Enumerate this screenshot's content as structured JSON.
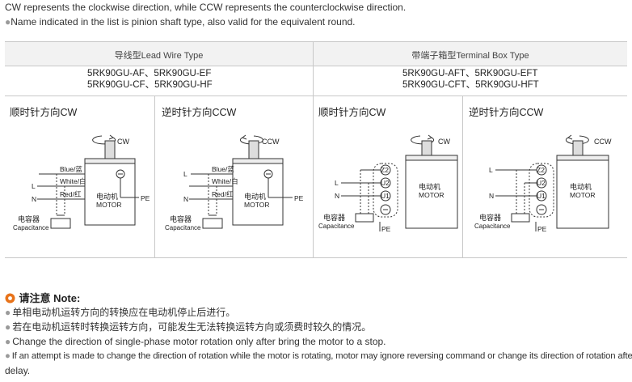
{
  "intro": {
    "line1": "CW represents the clockwise direction, while CCW represents the counterclockwise direction.",
    "line2": "Name indicated in the list is pinion shaft type, also valid for the equivalent round."
  },
  "table": {
    "lead_wire_header": "导线型Lead Wire Type",
    "terminal_box_header": "带端子箱型Terminal Box Type",
    "lead_models": [
      "5RK90GU-AF、5RK90GU-EF",
      "5RK90GU-CF、5RK90GU-HF"
    ],
    "terminal_models": [
      "5RK90GU-AFT、5RK90GU-EFT",
      "5RK90GU-CFT、5RK90GU-HFT"
    ],
    "panels": [
      {
        "title": "顺时针方向CW",
        "rotation": "CW"
      },
      {
        "title": "逆时针方向CCW",
        "rotation": "CCW"
      },
      {
        "title": "顺时针方向CW",
        "rotation": "CW"
      },
      {
        "title": "逆时针方向CCW",
        "rotation": "CCW"
      }
    ]
  },
  "diagram_labels": {
    "blue": "Blue/蓝",
    "white": "White/白",
    "red": "Red/红",
    "L": "L",
    "N": "N",
    "PE": "PE",
    "motor_cn": "电动机",
    "motor_en": "MOTOR",
    "capacitor_cn": "电容器",
    "capacitor_en": "Capacitance",
    "z2": "Z2",
    "u2": "U2",
    "u1": "U1"
  },
  "notes": {
    "title": "请注意 Note:",
    "items": [
      "单相电动机运转方向的转换应在电动机停止后进行。",
      "若在电动机运转时转换运转方向，可能发生无法转换运转方向或须费时较久的情况。",
      "Change the direction of single-phase motor rotation only after bring the motor to a stop.",
      "If an attempt is made to change the direction of rotation while the motor is rotating, motor may ignore reversing command or change its direction of rotation after some",
      "delay."
    ]
  },
  "colors": {
    "grid_line": "#c8c8c8",
    "header_bg": "#f2f2f2",
    "bullet": "#9a9a9a",
    "warning_icon": "#e8731a"
  }
}
